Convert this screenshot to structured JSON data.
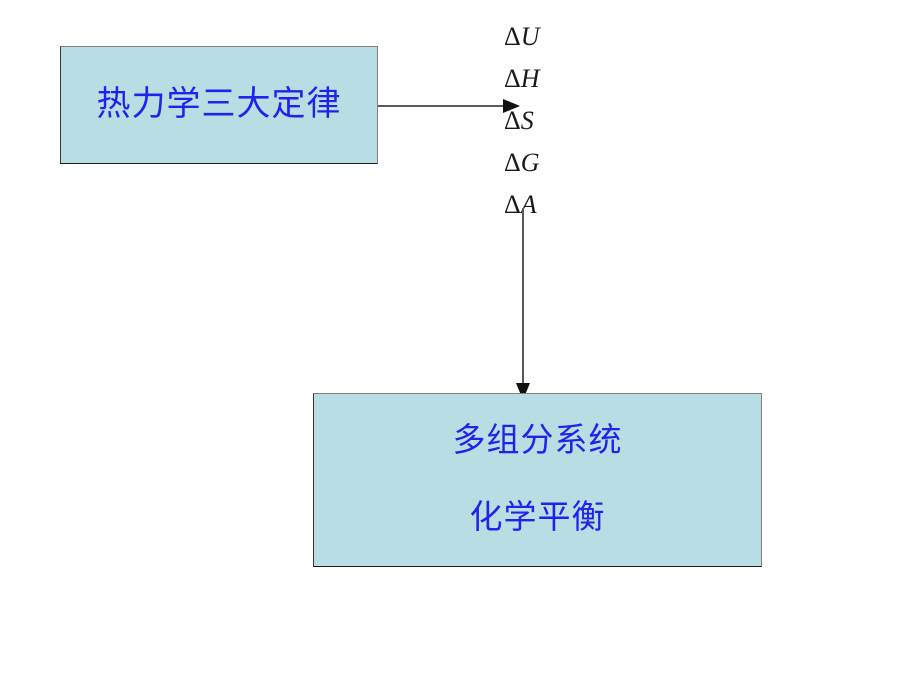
{
  "slide": {
    "background_color": "#ffffff",
    "box_fill_color": "#b8dde2",
    "box_border_color": "#808080",
    "text_color": "#2222ee",
    "symbol_color": "#1a1a1a",
    "arrow_color": "#5a5a5a"
  },
  "boxes": {
    "laws": {
      "label": "热力学三大定律"
    },
    "systems": {
      "line_1": "多组分系统",
      "line_2": "化学平衡"
    }
  },
  "symbols": [
    {
      "delta": "Δ",
      "variable": "U"
    },
    {
      "delta": "Δ",
      "variable": "H"
    },
    {
      "delta": "Δ",
      "variable": "S"
    },
    {
      "delta": "Δ",
      "variable": "G"
    },
    {
      "delta": "Δ",
      "variable": "A"
    }
  ],
  "connectors": {
    "laws_to_symbols": {
      "icon": "arrow-right-icon",
      "direction": "right"
    },
    "symbols_to_systems": {
      "icon": "arrow-down-icon",
      "direction": "down"
    }
  }
}
